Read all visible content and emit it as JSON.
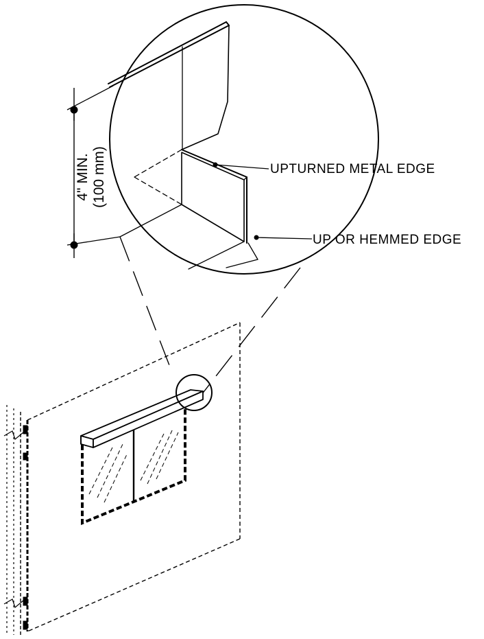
{
  "diagram": {
    "callouts": {
      "upturned_edge": "UPTURNED METAL EDGE",
      "hemmed_edge": "UP OR HEMMED EDGE"
    },
    "dimension": {
      "line1": "4\" MIN.",
      "line2": "(100 mm)"
    }
  },
  "colors": {
    "ink": "#000000",
    "background": "#ffffff"
  }
}
